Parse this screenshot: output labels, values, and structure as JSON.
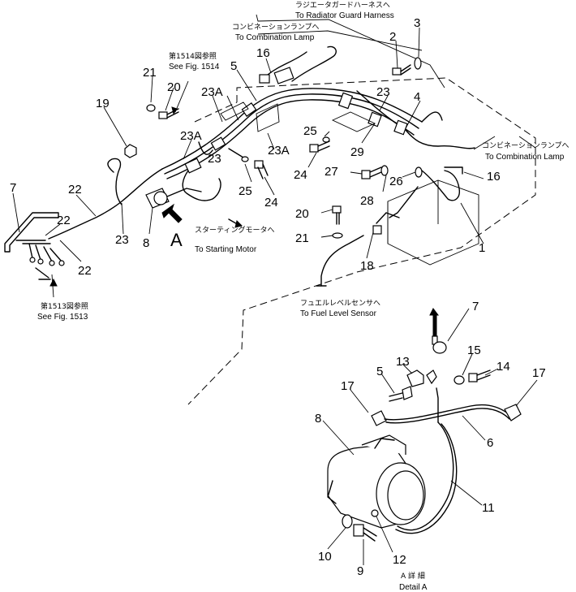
{
  "callouts": {
    "radiator_guard_harness": {
      "jp": "ラジエータガードハーネスへ",
      "en": "To Radiator Guard Harness"
    },
    "combination_lamp_top": {
      "jp": "コンビネーションランプへ",
      "en": "To Combination Lamp"
    },
    "combination_lamp_right": {
      "jp": "コンビネーションランプへ",
      "en": "To Combination Lamp"
    },
    "starting_motor": {
      "jp": "スターティングモータへ",
      "en": "To Starting Motor"
    },
    "fuel_level_sensor": {
      "jp": "フュエルレベルセンサへ",
      "en": "To Fuel Level Sensor"
    },
    "fig1514": {
      "jp": "第1514図参照",
      "en": "See Fig. 1514"
    },
    "fig1513": {
      "jp": "第1513図参照",
      "en": "See Fig. 1513"
    },
    "detail_a": {
      "jp": "A 詳 細",
      "en": "Detail A"
    }
  },
  "view_marker": "A",
  "part_labels": {
    "p1": "1",
    "p2": "2",
    "p3": "3",
    "p4": "4",
    "p5": "5",
    "p7": "7",
    "p8": "8",
    "p16a": "16",
    "p16b": "16",
    "p18": "18",
    "p19": "19",
    "p20a": "20",
    "p20b": "20",
    "p21a": "21",
    "p21b": "21",
    "p22a": "22",
    "p22b": "22",
    "p22c": "22",
    "p23a": "23",
    "p23b": "23",
    "p23c": "23",
    "p23A1": "23A",
    "p23A2": "23A",
    "p23A3": "23A",
    "p24a": "24",
    "p24b": "24",
    "p25a": "25",
    "p25b": "25",
    "p26": "26",
    "p27": "27",
    "p28": "28",
    "p29": "29",
    "d5": "5",
    "d6": "6",
    "d7": "7",
    "d8": "8",
    "d9": "9",
    "d10": "10",
    "d11": "11",
    "d12": "12",
    "d13": "13",
    "d14": "14",
    "d15": "15",
    "d17a": "17",
    "d17b": "17"
  }
}
